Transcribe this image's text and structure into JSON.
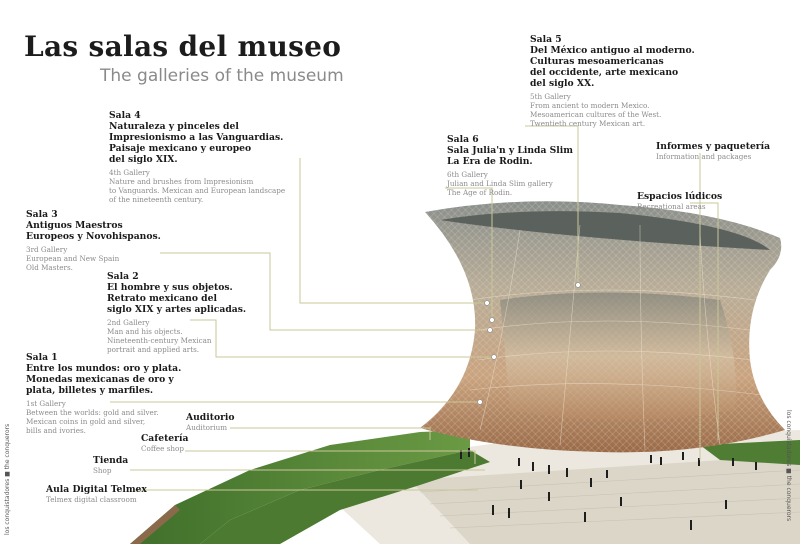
{
  "header": {
    "title": "Las salas del museo",
    "subtitle": "The galleries of the museum"
  },
  "galleries": [
    {
      "heading": "Sala 5\nDel México antiguo al moderno.\nCulturas mesoamericanas\ndel occidente, arte mexicano\ndel siglo XX.",
      "gallery": "5th Gallery",
      "description": "From ancient to modern Mexico.\nMesoamerican cultures of the West.\nTwentieth century Mexican art."
    },
    {
      "heading": "Sala 4\nNaturaleza y pinceles del\nImpresionismo a las Vanguardias.\nPaisaje mexicano y europeo\ndel siglo XIX.",
      "gallery": "4th Gallery",
      "description": "Nature and brushes from Impresionism\nto Vanguards. Mexican and European landscape\nof the nineteenth century."
    },
    {
      "heading": "Sala 6\nSala Julia'n y Linda Slim\nLa Era de Rodin.",
      "gallery": "6th Gallery",
      "description": "Julian and Linda Slim gallery\nThe Age of Rodin."
    },
    {
      "heading": "Sala 3\nAntiguos Maestros\nEuropeos y Novohispanos.",
      "gallery": "3rd Gallery",
      "description": "European and New Spain\nOld Masters."
    },
    {
      "heading": "Sala 2\nEl hombre y sus objetos.\nRetrato mexicano del\nsiglo XIX y artes aplicadas.",
      "gallery": "2nd Gallery",
      "description": "Man and his objects.\nNineteenth-century Mexican\nportrait and applied arts."
    },
    {
      "heading": "Sala 1\nEntre los mundos: oro y plata.\nMonedas mexicanas de oro y\nplata, billetes y marfiles.",
      "gallery": "1st Gallery",
      "description": "Between the worlds: gold and silver.\nMexican coins in gold and silver,\nbills and ivories."
    }
  ],
  "services": [
    {
      "heading": "Informes y paquetería",
      "subtitle": "Information and packages"
    },
    {
      "heading": "Espacios lúdicos",
      "subtitle": "Recreational areas"
    },
    {
      "heading": "Auditorio",
      "subtitle": "Auditorium"
    },
    {
      "heading": "Cafetería",
      "subtitle": "Coffee shop"
    },
    {
      "heading": "Tienda",
      "subtitle": "Shop"
    },
    {
      "heading": "Aula Digital Telmex",
      "subtitle": "Telmex digital classroom"
    }
  ],
  "side_notes": {
    "left": "los conquistadores ■ the conquerors",
    "right": "los conquistadores ■ the conquerors"
  },
  "colors": {
    "leader_line": "#c9c79a",
    "grass": "#5a8a3a",
    "facade": "#b89a7a",
    "label_grey": "#8c8c8c"
  }
}
